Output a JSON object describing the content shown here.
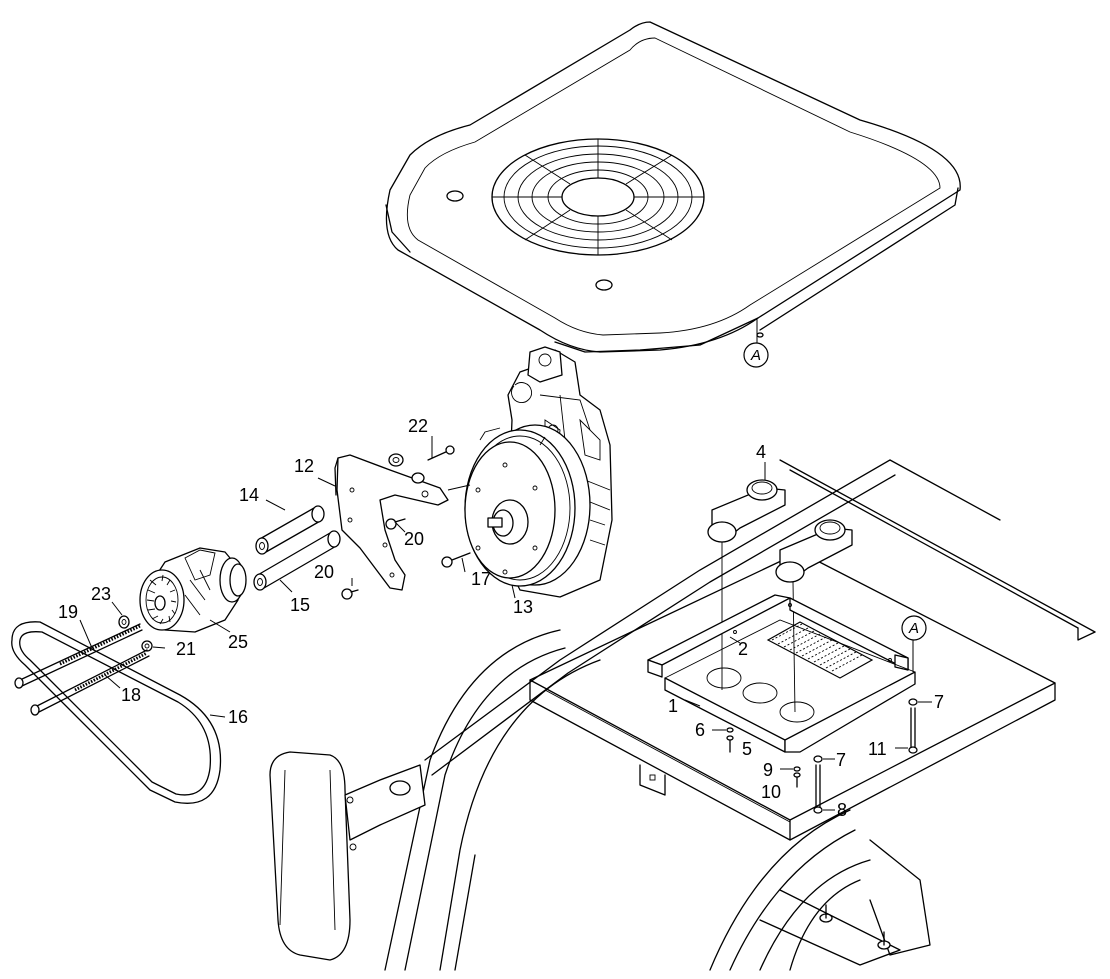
{
  "diagram": {
    "callouts": [
      {
        "id": "1",
        "text": "1"
      },
      {
        "id": "2",
        "text": "2"
      },
      {
        "id": "4",
        "text": "4"
      },
      {
        "id": "5",
        "text": "5"
      },
      {
        "id": "6",
        "text": "6"
      },
      {
        "id": "7a",
        "text": "7"
      },
      {
        "id": "7b",
        "text": "7"
      },
      {
        "id": "8",
        "text": "8"
      },
      {
        "id": "9",
        "text": "9"
      },
      {
        "id": "10",
        "text": "10"
      },
      {
        "id": "11",
        "text": "11"
      },
      {
        "id": "12",
        "text": "12"
      },
      {
        "id": "13",
        "text": "13"
      },
      {
        "id": "14",
        "text": "14"
      },
      {
        "id": "15",
        "text": "15"
      },
      {
        "id": "16",
        "text": "16"
      },
      {
        "id": "17",
        "text": "17"
      },
      {
        "id": "18",
        "text": "18"
      },
      {
        "id": "19",
        "text": "19"
      },
      {
        "id": "20a",
        "text": "20"
      },
      {
        "id": "20b",
        "text": "20"
      },
      {
        "id": "21",
        "text": "21"
      },
      {
        "id": "22",
        "text": "22"
      },
      {
        "id": "23",
        "text": "23"
      },
      {
        "id": "25",
        "text": "25"
      }
    ],
    "references": [
      {
        "id": "A-cover",
        "text": "A"
      },
      {
        "id": "A-base",
        "text": "A"
      }
    ]
  }
}
